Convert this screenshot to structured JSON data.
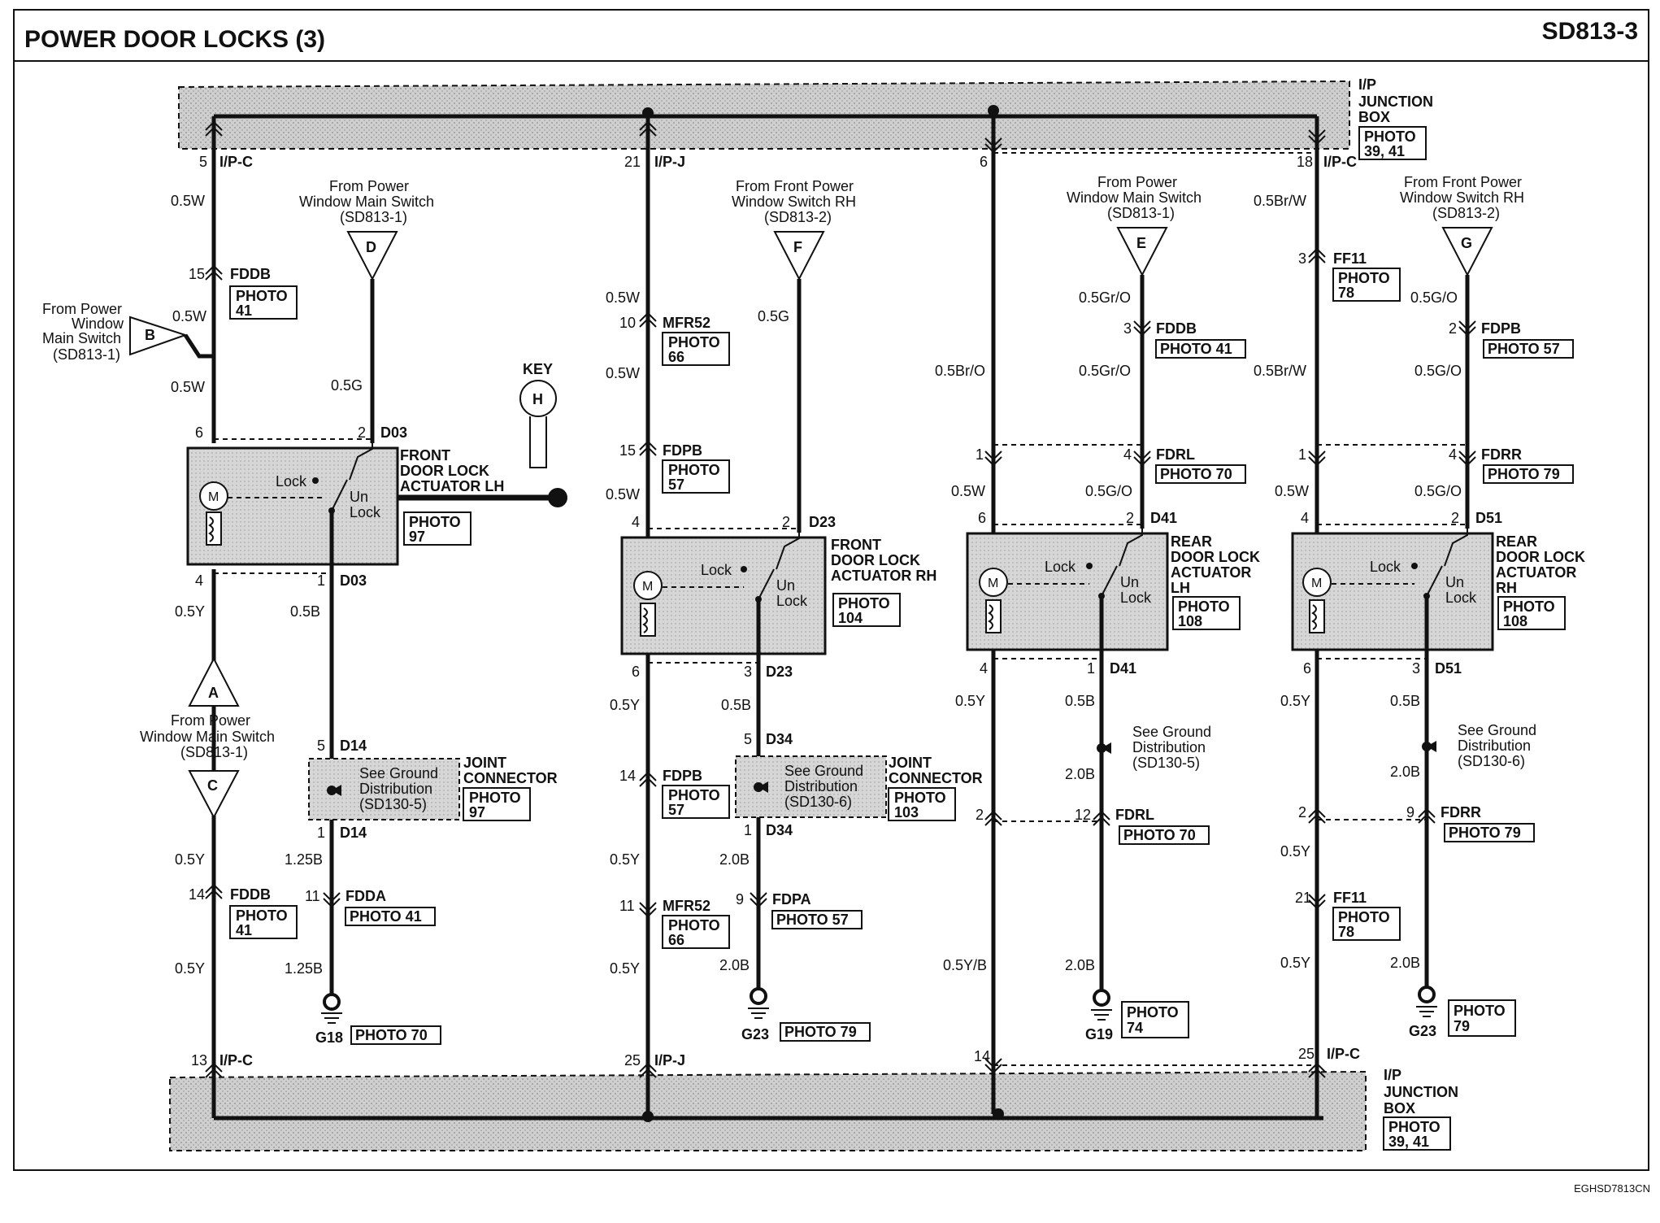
{
  "header": {
    "title": "POWER DOOR LOCKS (3)",
    "code": "SD813-3"
  },
  "footer": {
    "code": "EGHSD7813CN"
  },
  "junction_box": {
    "label": [
      "I/P",
      "JUNCTION",
      "BOX"
    ],
    "photo": [
      "PHOTO",
      "39, 41"
    ]
  },
  "connectors": {
    "ip_c": "I/P-C",
    "ip_j": "I/P-J",
    "fddb": "FDDB",
    "fdpb": "FDPB",
    "mfr52": "MFR52",
    "fdrl": "FDRL",
    "fdrr": "FDRR",
    "ff11": "FF11",
    "fdda": "FDDA",
    "fdpa": "FDPA",
    "d03": "D03",
    "d23": "D23",
    "d41": "D41",
    "d51": "D51",
    "d14": "D14",
    "d34": "D34"
  },
  "pins": {
    "p5": "5",
    "p21": "21",
    "p6": "6",
    "p18": "18",
    "p15": "15",
    "p10": "10",
    "p3": "3",
    "p2": "2",
    "p4": "4",
    "p1": "1",
    "p14": "14",
    "p11": "11",
    "p9": "9",
    "p12": "12",
    "p13": "13",
    "p25": "25"
  },
  "wires": {
    "w05W": "0.5W",
    "w05G": "0.5G",
    "w05Y": "0.5Y",
    "w05B": "0.5B",
    "w125B": "1.25B",
    "w20B": "2.0B",
    "w05BrO": "0.5Br/O",
    "w05GrO": "0.5Gr/O",
    "w05BrW": "0.5Br/W",
    "w05GO": "0.5G/O",
    "w05YB": "0.5Y/B"
  },
  "sources": {
    "pwms": [
      "From Power",
      "Window Main Switch",
      "(SD813-1)"
    ],
    "pwms_b": [
      "From Power",
      "Window",
      "Main Switch",
      "(SD813-1)"
    ],
    "fpws": [
      "From Front Power",
      "Window Switch RH",
      "(SD813-2)"
    ]
  },
  "refs": {
    "A": "A",
    "B": "B",
    "C": "C",
    "D": "D",
    "E": "E",
    "F": "F",
    "G": "G",
    "H": "H"
  },
  "key": "KEY",
  "components": {
    "fl": [
      "FRONT",
      "DOOR LOCK",
      "ACTUATOR LH"
    ],
    "fr": [
      "FRONT",
      "DOOR LOCK",
      "ACTUATOR RH"
    ],
    "rl": [
      "REAR",
      "DOOR LOCK",
      "ACTUATOR",
      "LH"
    ],
    "rr": [
      "REAR",
      "DOOR LOCK",
      "ACTUATOR",
      "RH"
    ],
    "lock": "Lock",
    "un": "Un",
    "lock2": "Lock",
    "m": "M"
  },
  "photos": {
    "photo": "PHOTO",
    "n41": "41",
    "n97": "97",
    "n66": "66",
    "n57": "57",
    "n104": "104",
    "n108": "108",
    "n78": "78",
    "n103": "103",
    "n74": "74",
    "n79": "79",
    "photo41": "PHOTO 41",
    "photo57": "PHOTO 57",
    "photo70": "PHOTO 70",
    "photo79": "PHOTO 79"
  },
  "joint": {
    "label": [
      "JOINT",
      "CONNECTOR"
    ],
    "see": [
      "See Ground",
      "Distribution"
    ],
    "sd5": "(SD130-5)",
    "sd6": "(SD130-6)"
  },
  "ground_dist": {
    "a": [
      "See Ground",
      "Distribution",
      "(SD130-5)"
    ],
    "b": [
      "See Ground",
      "Distribution",
      "(SD130-6)"
    ]
  },
  "grounds": {
    "g18": "G18",
    "g23": "G23",
    "g19": "G19"
  }
}
